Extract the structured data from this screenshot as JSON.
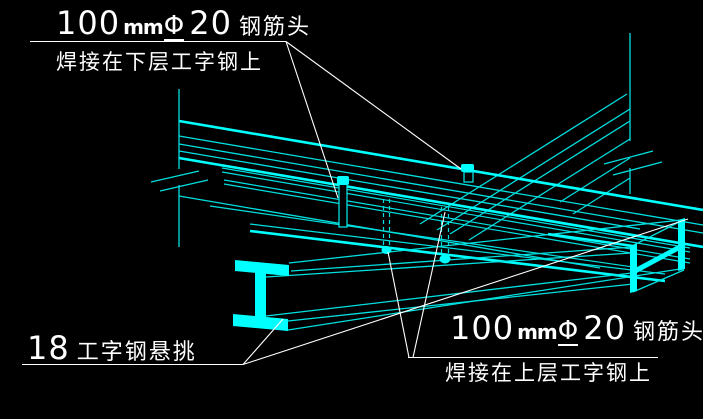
{
  "colors": {
    "background": "#000000",
    "line_thin": "#00e0e0",
    "line_bright": "#00ffff",
    "leader": "#ffffff",
    "text": "#ffffff"
  },
  "labels": {
    "top_left": {
      "quantity": "100",
      "unit": "mm",
      "symbol": "Φ",
      "bar_size": "20",
      "item": "钢筋头",
      "line2": "焊接在下层工字钢上"
    },
    "bottom_left": {
      "beam_size": "18",
      "text": "工字钢悬挑"
    },
    "bottom_right": {
      "quantity": "100",
      "unit": "mm",
      "symbol": "Φ",
      "bar_size": "20",
      "item": "钢筋头",
      "line2": "焊接在上层工字钢上"
    }
  }
}
